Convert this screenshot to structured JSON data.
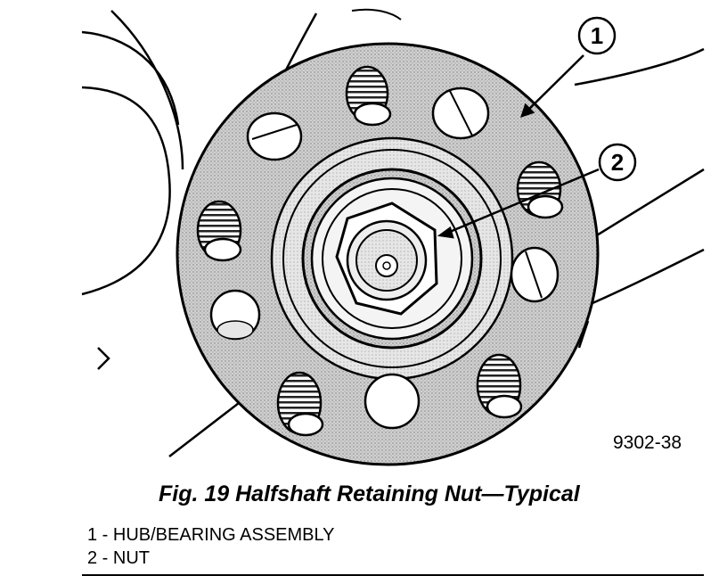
{
  "figure": {
    "drawing_number": "9302-38",
    "callouts": [
      "1",
      "2"
    ],
    "caption": "Fig. 19 Halfshaft Retaining Nut—Typical"
  },
  "legend": {
    "items": [
      "1 - HUB/BEARING ASSEMBLY",
      "2 - NUT"
    ]
  }
}
